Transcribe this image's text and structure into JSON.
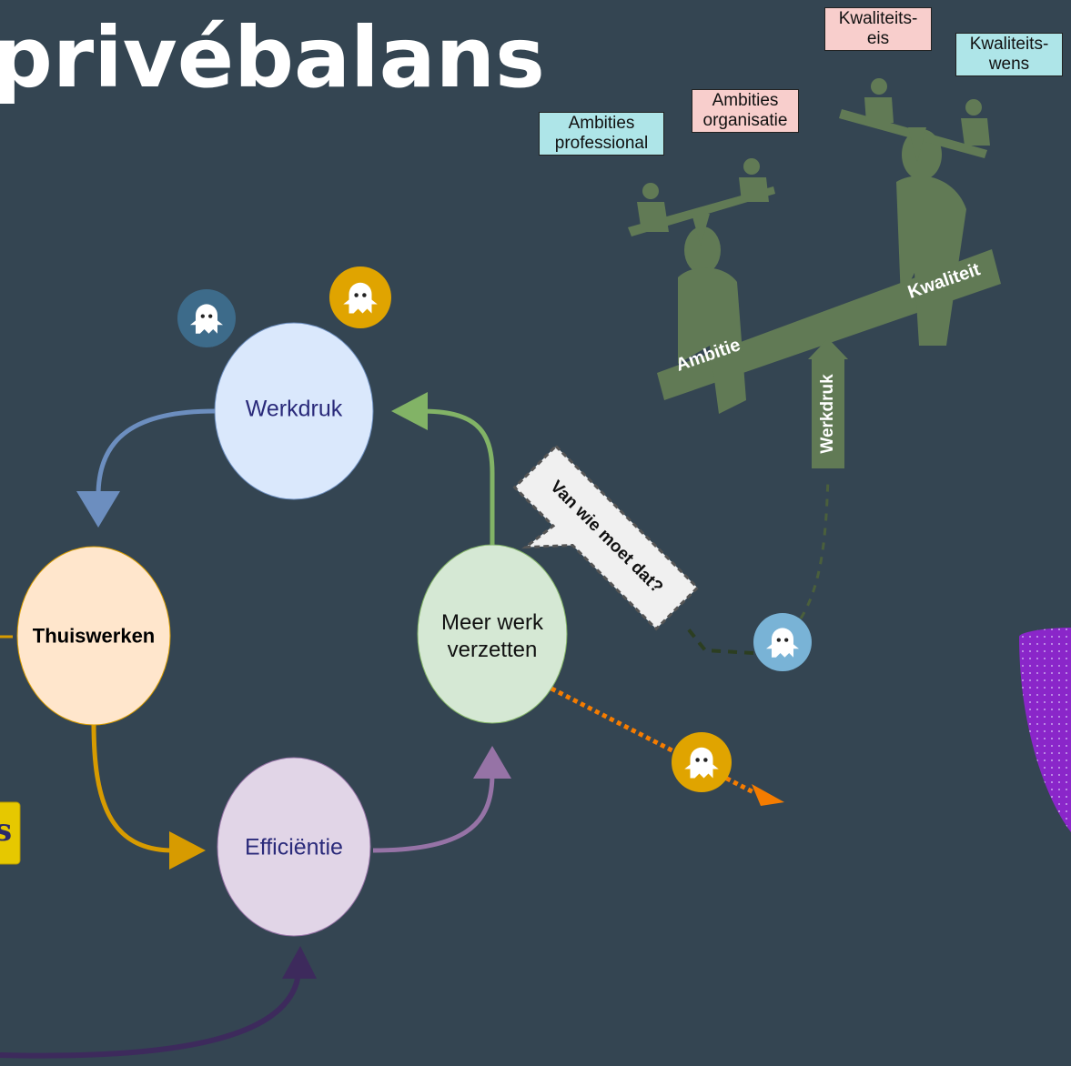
{
  "title": "privébalans",
  "nodes": {
    "werkdruk": "Werkdruk",
    "thuiswerken": "Thuiswerken",
    "efficientie": "Efficiëntie",
    "meer_werk": "Meer werk\nverzetten"
  },
  "speech_bubble": "Van wie moet dat?",
  "seesaw": {
    "beam_left": "Ambitie",
    "beam_right": "Kwaliteit",
    "arrow": "Werkdruk",
    "bubbles": {
      "ambities_professional": "Ambities\nprofessional",
      "ambities_organisatie": "Ambities\norganisatie",
      "kwaliteitseis": "Kwaliteits-\neis",
      "kwaliteitswens": "Kwaliteits-\nwens"
    }
  },
  "partial_tag": "s",
  "colors": {
    "background": "#344552",
    "werkdruk_fill": "#dae8fc",
    "thuiswerken_fill": "#ffe6cc",
    "efficientie_fill": "#e1d5e7",
    "meer_werk_fill": "#d5e8d4",
    "seesaw_green": "#617a55",
    "bubble_blue": "#aee5e8",
    "bubble_pink": "#f8cecc",
    "ghost_blue": "#3d6b8a",
    "ghost_gold": "#e0a400",
    "ghost_light": "#79b3d6",
    "purple_shape": "#8a26c9",
    "tag_yellow": "#e6c800"
  }
}
